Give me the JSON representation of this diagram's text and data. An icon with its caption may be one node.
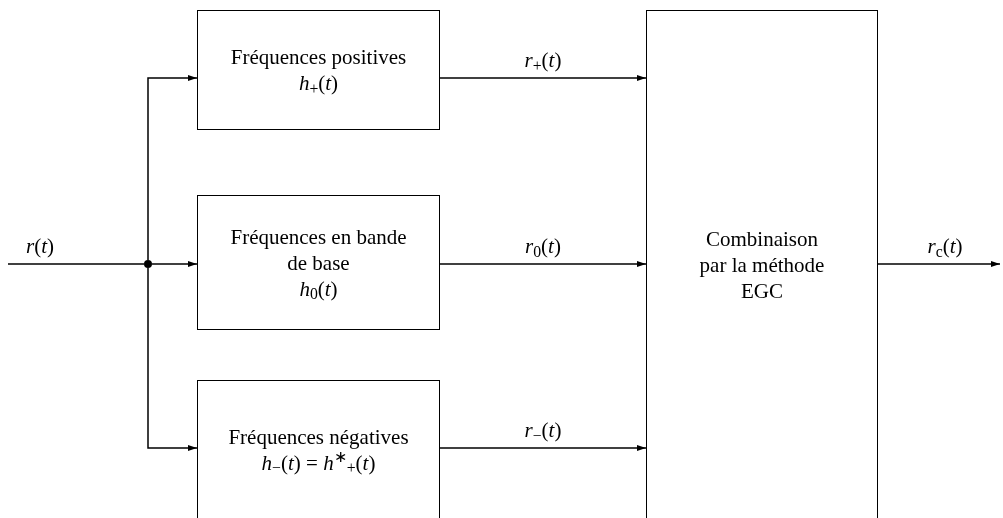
{
  "diagram": {
    "nodes": [
      {
        "text": [
          "Fréquences positives",
          "*h*$_{+}$(*t*)"
        ]
      },
      {
        "text": [
          "Fréquences en bande de base",
          "*h*$_{0}$(*t*)"
        ]
      },
      {
        "text": [
          "Fréquences négatives",
          "*h*$_{−}$(*t*) = *h*$^{∗}$$_{+}$(*t*)"
        ]
      },
      {
        "text": [
          "Combinaison par la méthode EGC"
        ]
      },
      {
        "text": [],
        "shape": "circle"
      }
    ],
    "edges": [
      {
        "from": null,
        "to": 4,
        "arrow": "none",
        "label": "*r*(*t*)"
      },
      {
        "from": 4,
        "to": 0,
        "arrow": "to"
      },
      {
        "from": 4,
        "to": 1,
        "arrow": "to"
      },
      {
        "from": 4,
        "to": 2,
        "arrow": "to"
      },
      {
        "from": 0,
        "to": 3,
        "arrow": "to",
        "label": "*r*$_{+}$(*t*)"
      },
      {
        "from": 1,
        "to": 3,
        "arrow": "to",
        "label": "*r*$_{0}$(*t*)"
      },
      {
        "from": 2,
        "to": 3,
        "arrow": "to",
        "label": "*r*$_{−}$(*t*)"
      },
      {
        "from": 3,
        "to": null,
        "arrow": "to",
        "label": "*r*$_{c}$(*t*)"
      }
    ]
  }
}
